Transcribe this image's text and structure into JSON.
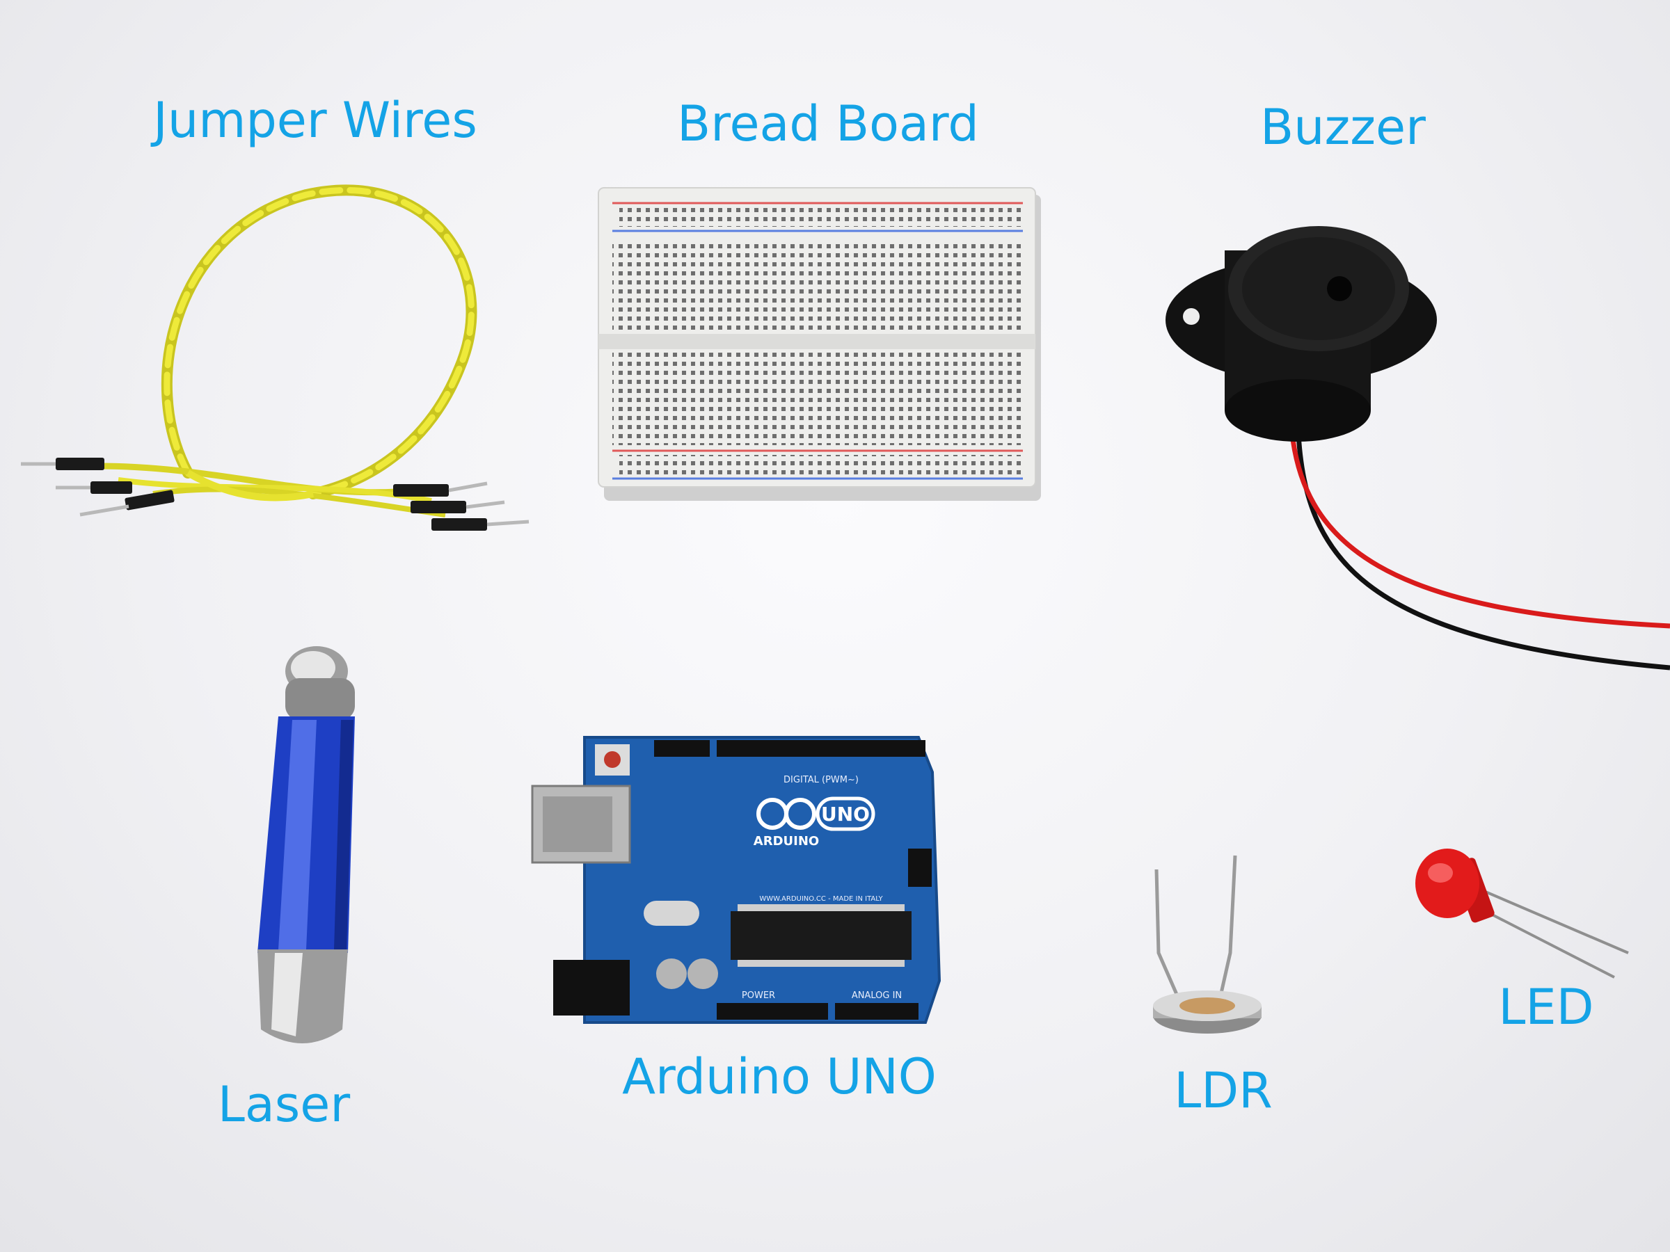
{
  "labels": {
    "jumper_wires": "Jumper Wires",
    "bread_board": "Bread Board",
    "buzzer": "Buzzer",
    "laser": "Laser",
    "arduino_uno": "Arduino UNO",
    "ldr": "LDR",
    "led": "LED"
  },
  "board_text": {
    "brand_mark": "UNO",
    "brand_name": "ARDUINO",
    "digital": "DIGITAL (PWM~)",
    "power": "POWER",
    "analog": "ANALOG IN",
    "made_in": "WWW.ARDUINO.CC - MADE IN ITALY"
  },
  "colors": {
    "label": "#14a3e6",
    "wire": "#e3df2a",
    "board_pcb": "#1f5fae",
    "buzzer_body": "#1a1a1a",
    "laser_body": "#1e3fc4",
    "led_red": "#e21b1b"
  }
}
